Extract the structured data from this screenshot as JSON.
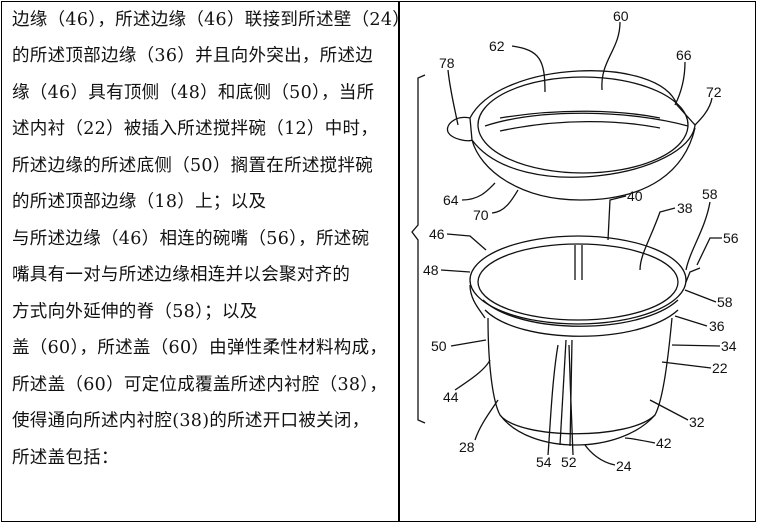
{
  "claim_text": {
    "lines": [
      "边缘（46），所述边缘（46）联接到所述壁（24）",
      "的所述顶部边缘（36）并且向外突出，所述边",
      "缘（46）具有顶侧（48）和底侧（50），当所",
      "述内衬（22）被插入所述搅拌碗（12）中时，",
      "所述边缘的所述底侧（50）搁置在所述搅拌碗",
      "的所述顶部边缘（18）上；以及",
      "与所述边缘（46）相连的碗嘴（56），所述碗",
      "嘴具有一对与所述边缘相连并以会聚对齐的",
      "方式向外延伸的脊（58）；以及",
      "盖（60），所述盖（60）由弹性柔性材料构成，",
      "所述盖（60）可定位成覆盖所述内衬腔（38），",
      "使得通向所述内衬腔(38)的所述开口被关闭，",
      "所述盖包括："
    ]
  },
  "figure": {
    "labels": [
      "60",
      "62",
      "66",
      "78",
      "72",
      "64",
      "70",
      "40",
      "38",
      "58",
      "46",
      "56",
      "48",
      "58",
      "36",
      "50",
      "34",
      "22",
      "44",
      "32",
      "28",
      "42",
      "54",
      "52",
      "24"
    ]
  }
}
